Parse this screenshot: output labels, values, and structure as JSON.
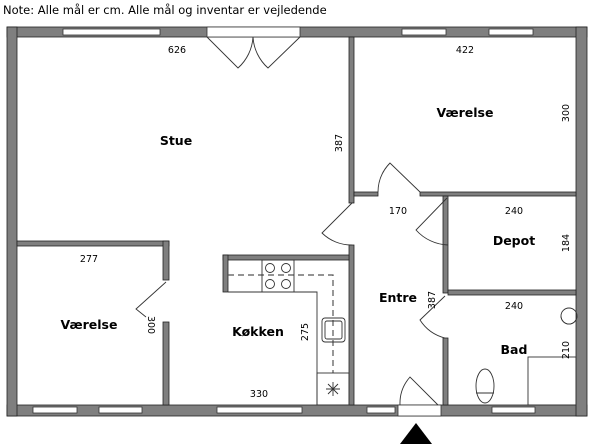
{
  "note": "Note: Alle mål er cm. Alle mål og inventar er vejledende",
  "rooms": {
    "stue": {
      "label": "Stue",
      "width": "626",
      "depth": "387"
    },
    "vaerelse_1": {
      "label": "Værelse",
      "width": "422",
      "depth": "300"
    },
    "depot": {
      "label": "Depot",
      "width": "240",
      "depth": "184"
    },
    "vaerelse_2": {
      "label": "Værelse",
      "width": "277",
      "depth": "300"
    },
    "koekken": {
      "label": "Køkken",
      "width": "330",
      "depth": "275"
    },
    "entre": {
      "label": "Entre",
      "width": "170",
      "depth": "387"
    },
    "bad": {
      "label": "Bad",
      "width": "240",
      "depth": "210"
    }
  },
  "colors": {
    "wall": "#7f7f7f",
    "line": "#333333"
  }
}
